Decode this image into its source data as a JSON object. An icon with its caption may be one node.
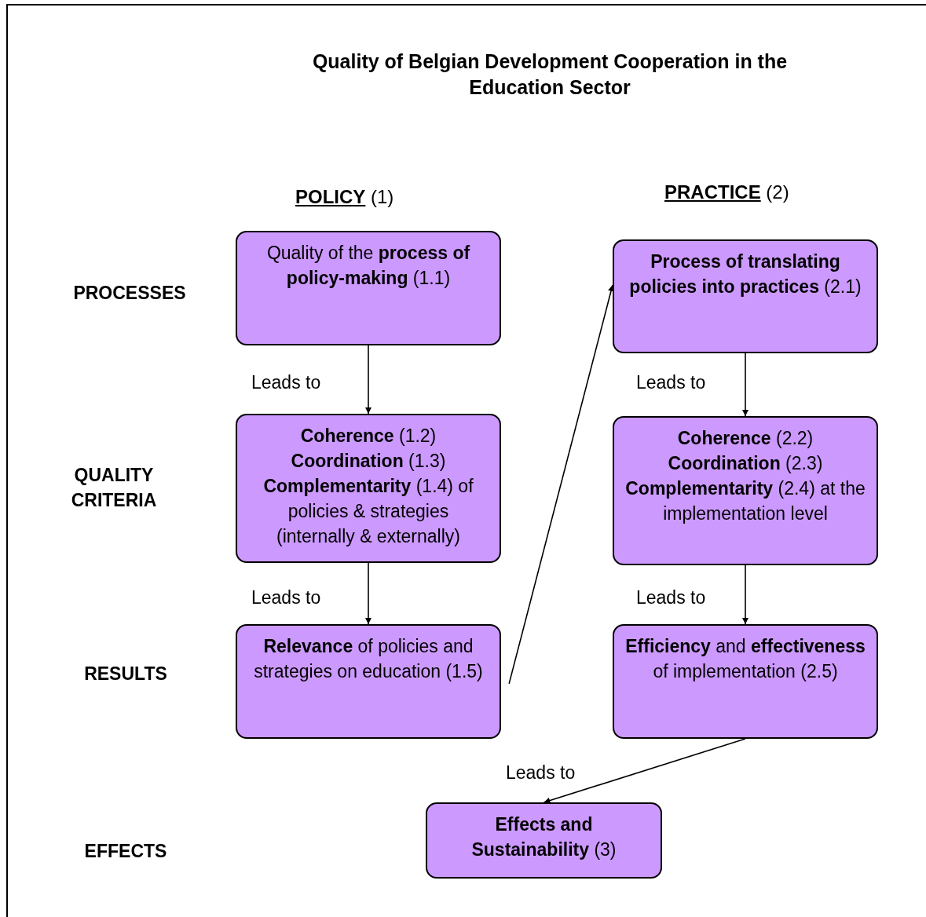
{
  "diagram": {
    "title": "Quality of Belgian Development Cooperation in the Education Sector",
    "nodes": [
      {
        "text": [
          "Quality of the **process of policy-making** (1.1)"
        ]
      },
      {
        "text": [
          "**Coherence** (1.2) **Coordination** (1.3) **Complementarity** (1.4) of policies & strategies (internally & externally)"
        ]
      },
      {
        "text": [
          "**Relevance** of policies and strategies on education (1.5)"
        ]
      },
      {
        "text": [
          "**Process of translating policies into practices** (2.1)"
        ]
      },
      {
        "text": [
          "**Coherence** (2.2) **Coordination** (2.3) **Complementarity** (2.4) at the implementation level"
        ]
      },
      {
        "text": [
          "**Efficiency** and **effectiveness** of implementation (2.5)"
        ]
      },
      {
        "text": [
          "**Effects and Sustainability** (3)"
        ]
      }
    ],
    "edges": [
      {
        "from": 0,
        "to": 1,
        "arrow": "to",
        "label": "Leads to"
      },
      {
        "from": 1,
        "to": 2,
        "arrow": "to",
        "label": "Leads to"
      },
      {
        "from": 2,
        "to": 3,
        "arrow": "to"
      },
      {
        "from": 3,
        "to": 4,
        "arrow": "to",
        "label": "Leads to"
      },
      {
        "from": 4,
        "to": 5,
        "arrow": "to",
        "label": "Leads to"
      },
      {
        "from": 5,
        "to": 6,
        "arrow": "to",
        "label": "Leads to"
      }
    ],
    "labels": [
      "**POLICY** (1)",
      "**PRACTICE** (2)",
      "PROCESSES",
      "QUALITY CRITERIA",
      "RESULTS",
      "EFFECTS"
    ]
  }
}
